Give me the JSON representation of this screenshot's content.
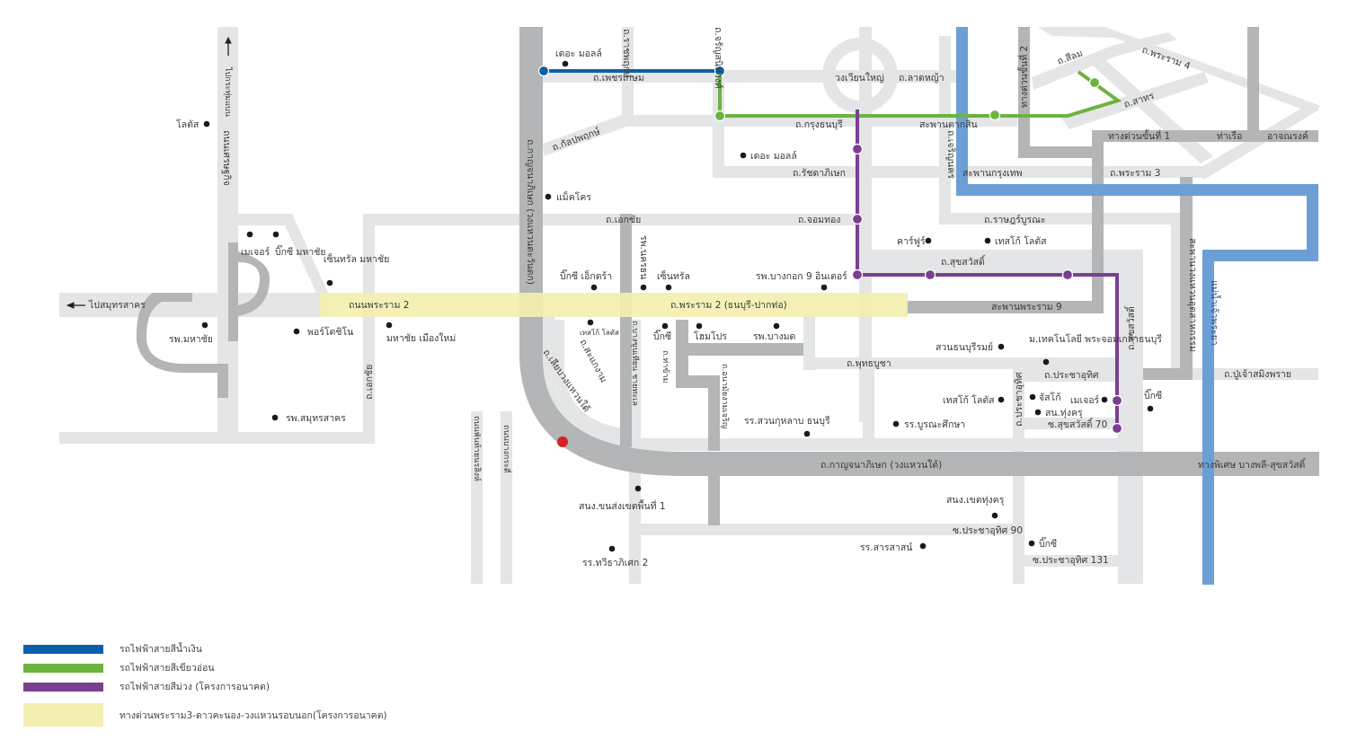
{
  "colors": {
    "road_light": "#e3e5e6",
    "road_dark": "#b3b5b6",
    "river": "#6b9fd6",
    "blue_line": "#0f5fa8",
    "green_line": "#6db33f",
    "purple_line": "#7b3f91",
    "expressway_future": "#f3efb0",
    "poi_dot": "#1a1a1a",
    "project_location": "#d71f26"
  },
  "roads": {
    "phetkasem": "ถ.เพชรเกษม",
    "ratchaphruek": "ถ.ราชพฤกษ์",
    "charansanitwong": "ถ.จรัญสนิทวงศ์",
    "kanlapaphruek": "ถ.กัลปพฤกษ์",
    "krung_thonburi": "ถ.กรุงธนบุรี",
    "ratchadaphisek": "ถ.รัชดาภิเษก",
    "wongwian_yai": "วงเวียนใหญ่",
    "lat_ya": "ถ.ลาดหญ้า",
    "taksin_bridge": "สะพานตากสิน",
    "silom": "ถ.สีลม",
    "rama4": "ถ.พระราม 4",
    "sathorn": "ถ.สาทร",
    "expressway_stage2": "ทางด่วนขั้นที่ 2",
    "expressway_stage1": "ทางด่วนขั้นที่ 1",
    "tha_ruea": "ท่าเรือ",
    "archnarong": "อาจณรงค์",
    "charoen_nakhon": "ถ.เจริญนคร",
    "krungthep_bridge": "สะพานกรุงเทพ",
    "rama3": "ถ.พระราม 3",
    "ratburana": "ถ.ราษฎร์บูรณะ",
    "suksawat": "ถ.สุขสวัสดิ์",
    "suksawat_vertical": "ถ.สุขสวัสดิ์",
    "rama9_bridge": "สะพานพระราม 9",
    "industrial_ring_bridge": "สะพานวงแหวนอุตสาหกรรม",
    "chao_phraya": "แม่น้ำเจ้าพระยา",
    "pu_chao_saming_phrai": "ถ.ปู่เจ้าสมิงพราย",
    "kanchanaphisek_west": "ถ.กาญจนาภิเษก (วงแหวนตะวันตก)",
    "ekkachai": "ถ.เอกชัย",
    "chom_thong": "ถ.จอมทอง",
    "rama2": "ถ.พระราม 2 (ธนบุรี-ปากท่อ)",
    "rama2_road": "ถนนพระราม 2",
    "to_samut_sakhon": "ไปสมุทรสาคร",
    "to_krathum_baen": "ไปกระทุ่มแบน",
    "setthakit": "ถนนเศรษฐกิจ",
    "ekkachai_vertical": "ถ.เอกชัย",
    "phanthai_norasing": "ถนนพันท้ายนรสิงห์",
    "bang_kradi": "ถนนบางกระดี่",
    "liap_wongwaen_tai": "ถ.เลียบวงแหวนใต้",
    "samae_dam": "ถ.สะแกงาม",
    "bang_khun_thian_chaithale": "ถ.บางขุนเทียน ชายทะเล",
    "tha_kham": "ถ.ท่าข้าม",
    "anamai_ngam_charoen": "ถ.อนามัยงามเจริญ",
    "phutthabucha": "ถ.พุทธบูชา",
    "pracha_uthit": "ถ.ประชาอุทิศ",
    "pracha_uthit_vertical": "ถ.ประชาอุทิศ",
    "suksawat70": "ซ.สุขสวัสดิ์ 70",
    "kanchanaphisek_south": "ถ.กาญจนาภิเษก (วงแหวนใต้)",
    "bangphli_suksawat": "ทางพิเศษ บางพลี-สุขสวัสดิ์",
    "pracha_uthit90": "ซ.ประชาอุทิศ 90",
    "pracha_uthit131": "ซ.ประชาอุทิศ 131"
  },
  "places": {
    "the_mall_1": "เดอะ มอลล์",
    "the_mall_2": "เดอะ มอลล์",
    "makro": "แม็คโคร",
    "lotus_top": "โลตัส",
    "major_mahachai": "เมเจอร์",
    "bigc_mahachai": "บิ๊กซี มหาชัย",
    "central_mahachai": "เซ็นทรัล มหาชัย",
    "mahachai_hosp": "รพ.มหาชัย",
    "porto_chino": "พอร์โตชิโน",
    "mahachai_muang_mai": "มหาชัย เมืองใหม่",
    "samut_sakhon_hosp": "รพ.สมุทรสาคร",
    "bigc_extra": "บิ๊กซี เอ็กตร้า",
    "nakhon_thon_hosp": "รพ.นครธน",
    "central": "เซ็นทรัล",
    "bangkok9_hosp": "รพ.บางกอก 9 อินเตอร์",
    "tesco_lotus_small": "เทสโก้ โลตัส",
    "bigc_2": "บิ๊กซี",
    "homepro": "โฮมโปร",
    "bangmod_hosp": "รพ.บางมด",
    "suankularb_thonburi": "รร.สวนกุหลาบ ธนบุรี",
    "burana_suksa": "รร.บูรณะศึกษา",
    "carrefour": "คาร์ฟูร์",
    "tesco_lotus_ratburana": "เทสโก้ โลตัส",
    "suan_thonburirom": "สวนธนบุรีรมย์",
    "kmutt": "ม.เทคโนโลยี พระจอมเกล้าธนบุรี",
    "tesco_lotus_pracha": "เทสโก้ โลตัส",
    "jusco": "จัสโก้",
    "major_suksawat": "เมเจอร์",
    "thung_khru_office": "สน.ทุ่งครุ",
    "bigc_suksawat": "บิ๊กซี",
    "transport_office": "สนง.ขนส่งเขตพื้นที่ 1",
    "thawithaphisek": "รร.ทวีธาภิเศก 2",
    "thung_khru_district": "สนง.เขตทุ่งครุ",
    "sarasas": "รร.สารสาสน์",
    "bigc_pracha": "บิ๊กซี"
  },
  "legend": [
    {
      "label": "รถไฟฟ้าสายสีน้ำเงิน",
      "color": "#0f5fa8"
    },
    {
      "label": "รถไฟฟ้าสายสีเขียวอ่อน",
      "color": "#6db33f"
    },
    {
      "label": "รถไฟฟ้าสายสีม่วง (โครงการอนาคต)",
      "color": "#7b3f91"
    },
    {
      "label": "ทางด่วนพระราม3-ดาวคะนอง-วงแหวนรอบนอก(โครงการอนาคต)",
      "color": "#f3efb0"
    }
  ]
}
